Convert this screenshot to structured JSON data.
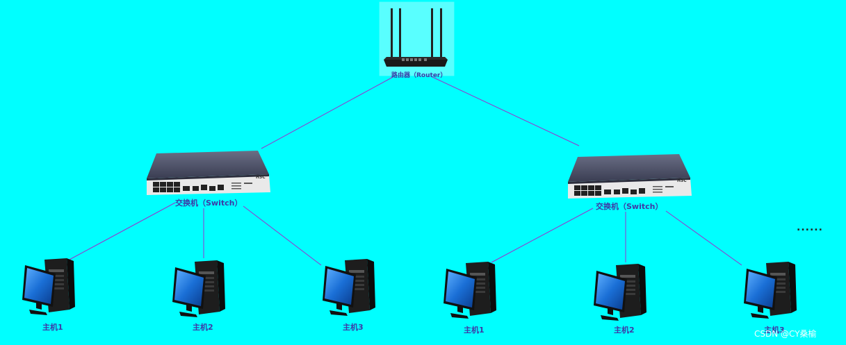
{
  "router": {
    "label": "路由器（Router）"
  },
  "switches": [
    {
      "label": "交换机（Switch）",
      "brand": "H3C"
    },
    {
      "label": "交换机（Switch）",
      "brand": "H3C"
    }
  ],
  "hosts": [
    {
      "label": "主机1"
    },
    {
      "label": "主机2"
    },
    {
      "label": "主机3"
    },
    {
      "label": "主机1"
    },
    {
      "label": "主机2"
    },
    {
      "label": "主机3"
    }
  ],
  "more": "......",
  "watermark": "CSDN @CY桑榆",
  "colors": {
    "background": "#00FFFF",
    "link": "#9933cc",
    "label": "#3d3aa6"
  }
}
